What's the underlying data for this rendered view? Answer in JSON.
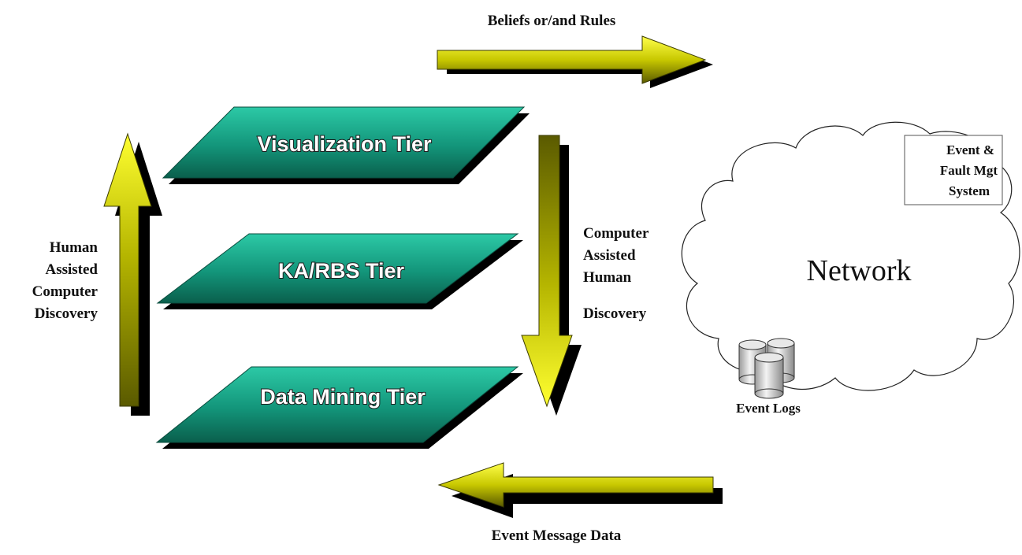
{
  "colors": {
    "tier_fill_light": "#1fb89a",
    "tier_fill_dark": "#0b6e58",
    "tier_shadow": "#000000",
    "arrow_light": "#ffff00",
    "arrow_dark": "#4a4a00",
    "text": "#111111",
    "background": "#ffffff"
  },
  "tiers": [
    {
      "id": "visualization",
      "label": "Visualization Tier"
    },
    {
      "id": "ka-rbs",
      "label": "KA/RBS Tier"
    },
    {
      "id": "data-mining",
      "label": "Data Mining Tier"
    }
  ],
  "arrows": {
    "top_label": "Beliefs or/and Rules",
    "bottom_label": "Event Message Data",
    "left_label_lines": [
      "Human",
      "Assisted",
      "Computer",
      "Discovery"
    ],
    "right_label_lines": [
      "Computer",
      "Assisted",
      "Human",
      "Discovery"
    ]
  },
  "network": {
    "label": "Network",
    "system_box_lines": [
      "Event &",
      "Fault Mgt",
      "System"
    ],
    "logs_label": "Event Logs"
  }
}
